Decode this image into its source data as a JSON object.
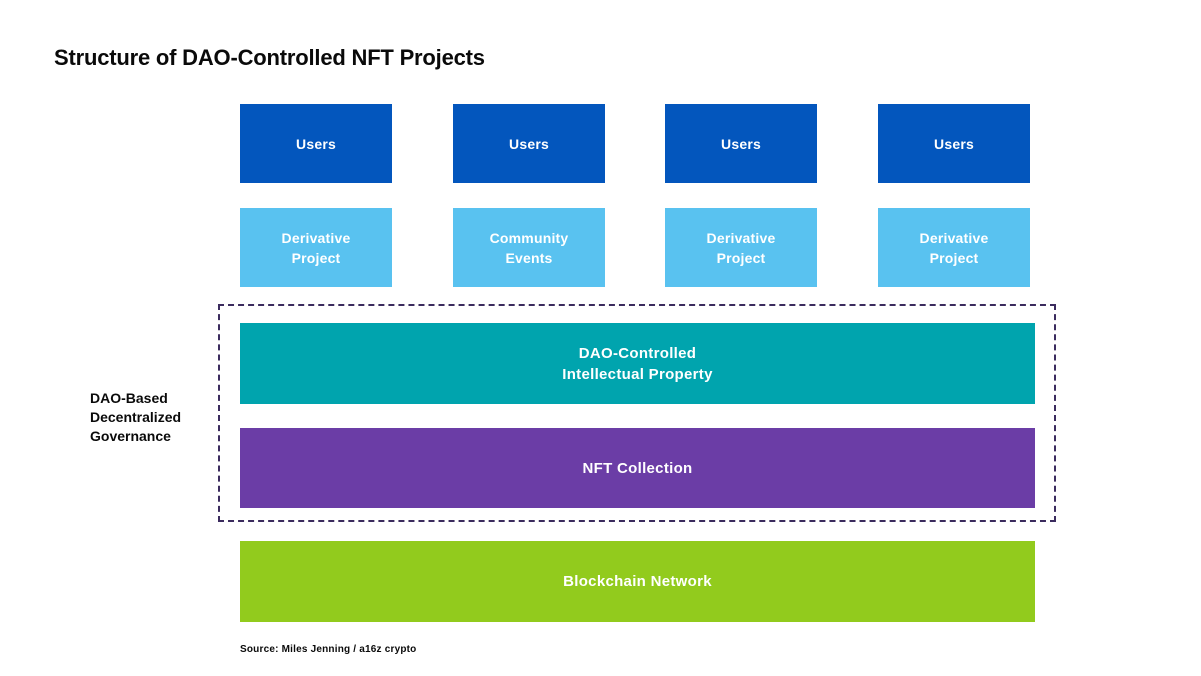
{
  "title": "Structure of DAO-Controlled NFT Projects",
  "colors": {
    "users_blue": "#0356bd",
    "project_light_blue": "#59c2f0",
    "ip_teal": "#00a4ae",
    "nft_purple": "#6b3da6",
    "blockchain_green": "#92cb1d",
    "dashed_border": "#3b2b5e",
    "text_dark": "#0a0a0a",
    "box_text": "#ffffff"
  },
  "users_row": [
    "Users",
    "Users",
    "Users",
    "Users"
  ],
  "projects_row": [
    "Derivative Project",
    "Community Events",
    "Derivative Project",
    "Derivative Project"
  ],
  "governance_label": {
    "lines": [
      "DAO-Based",
      "Decentralized",
      "Governance"
    ]
  },
  "boxes": {
    "ip": {
      "lines": [
        "DAO-Controlled",
        "Intellectual Property"
      ]
    },
    "nft": {
      "label": "NFT Collection"
    },
    "blockchain": {
      "label": "Blockchain Network"
    }
  },
  "source": "Source: Miles Jenning / a16z crypto"
}
